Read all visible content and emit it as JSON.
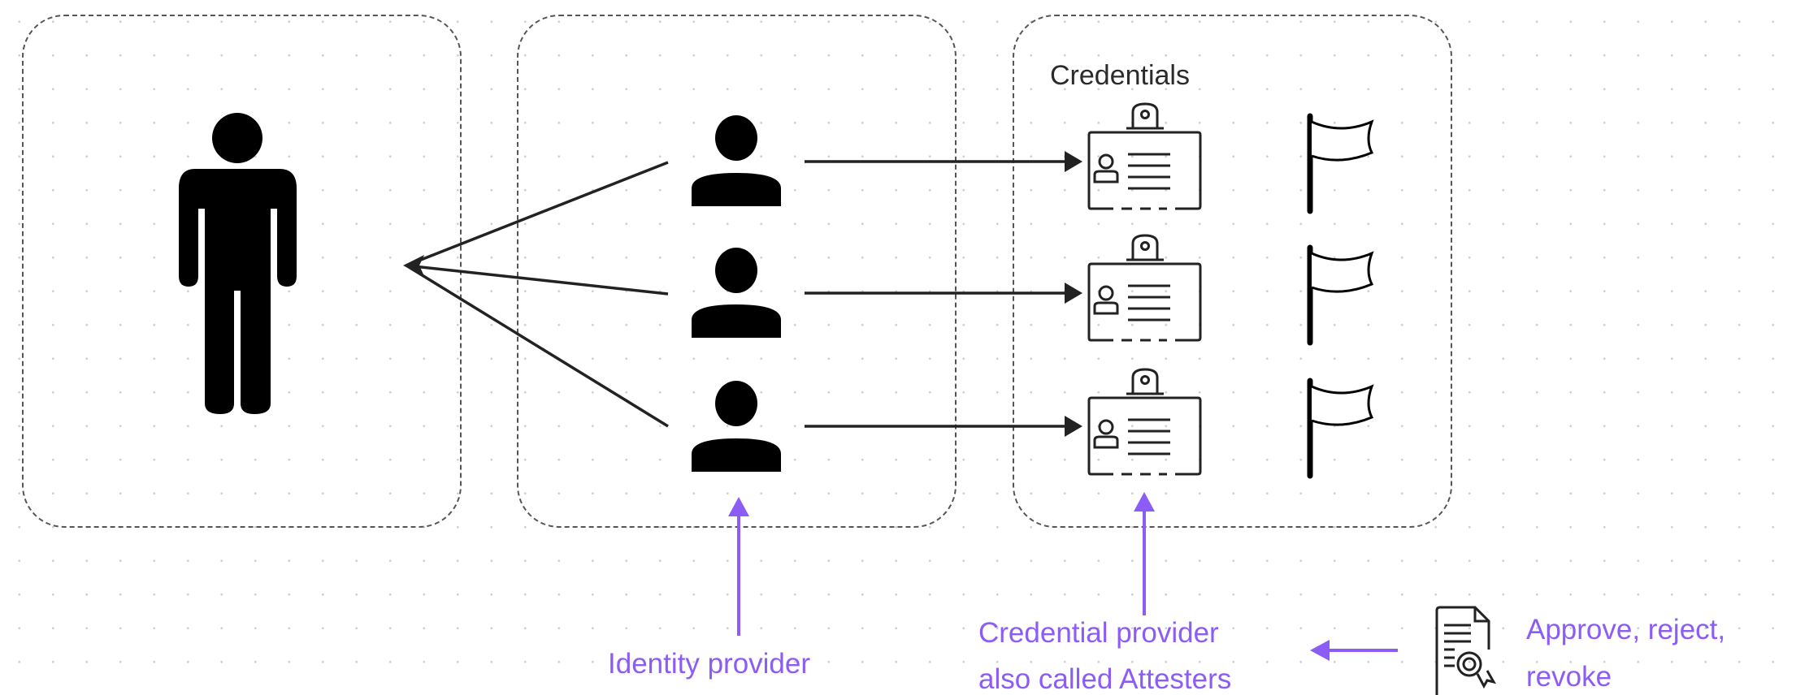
{
  "diagram": {
    "title": "Identity and credential provider flow",
    "accent_color": "#8B5CF6",
    "line_color": "#222222",
    "groups": [
      {
        "id": "user",
        "label": "",
        "icon": "person-standing-icon"
      },
      {
        "id": "identities",
        "label": "",
        "icon": "user-avatar-icon",
        "count": 3
      },
      {
        "id": "credentials",
        "label": "Credentials",
        "icons": [
          "id-badge-icon",
          "flag-icon"
        ],
        "count": 3
      }
    ],
    "labels": {
      "credentials_heading": "Credentials",
      "identity_provider": "Identity provider",
      "credential_provider_line1": "Credential provider",
      "credential_provider_line2": "also called Attesters",
      "actions_line1": "Approve, reject,",
      "actions_line2": "revoke"
    },
    "connections": [
      {
        "from": "identity-1",
        "to": "user",
        "style": "arrow"
      },
      {
        "from": "identity-2",
        "to": "user",
        "style": "arrow"
      },
      {
        "from": "identity-3",
        "to": "user",
        "style": "arrow"
      },
      {
        "from": "identity-1",
        "to": "credential-1",
        "style": "arrow"
      },
      {
        "from": "identity-2",
        "to": "credential-2",
        "style": "arrow"
      },
      {
        "from": "identity-3",
        "to": "credential-3",
        "style": "arrow"
      },
      {
        "from": "identity-provider-label",
        "to": "identities",
        "style": "accent-arrow"
      },
      {
        "from": "credential-provider-label",
        "to": "credentials",
        "style": "accent-arrow"
      },
      {
        "from": "certificate",
        "to": "credential-provider-label",
        "style": "accent-arrow"
      }
    ]
  }
}
